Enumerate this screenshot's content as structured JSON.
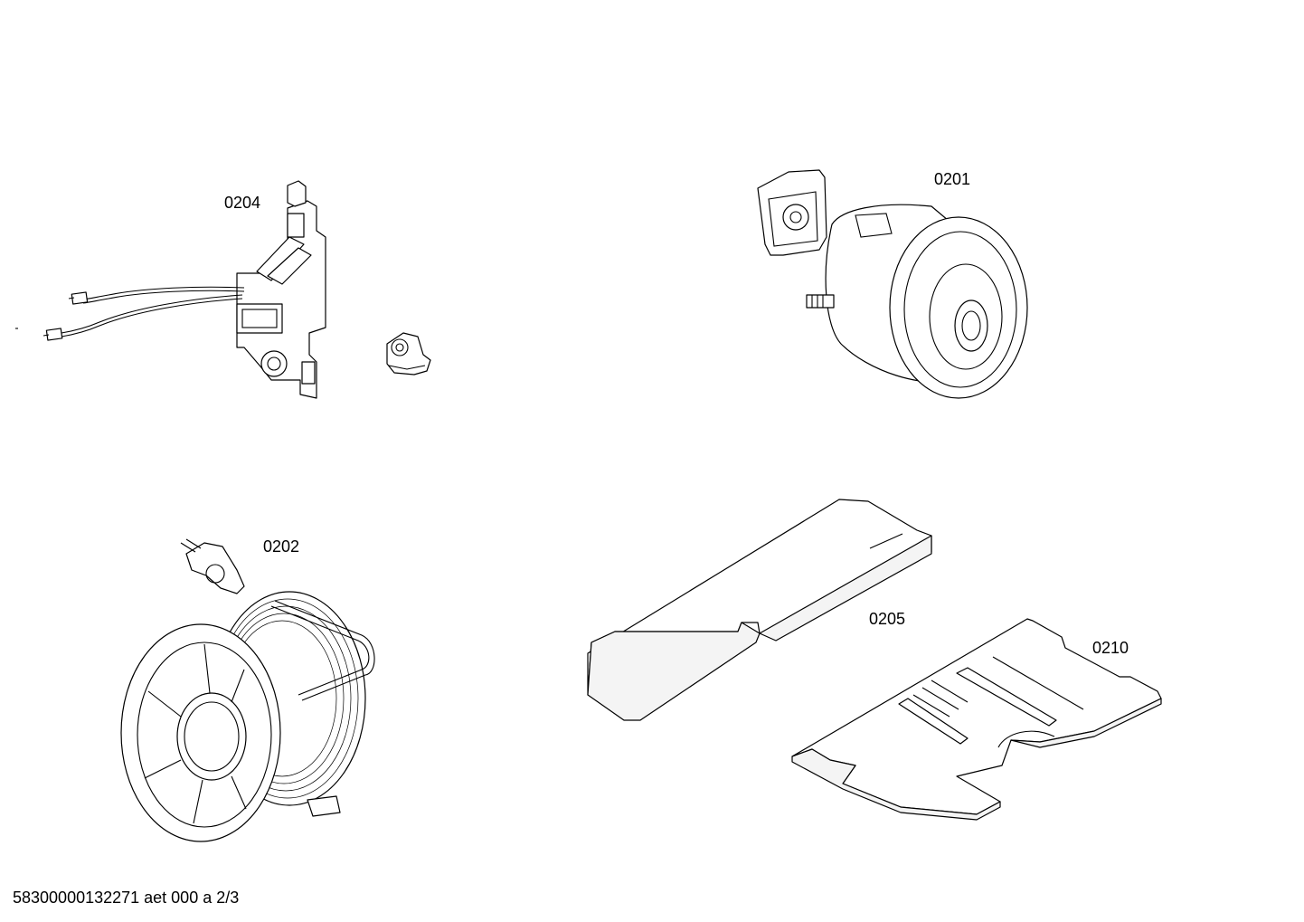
{
  "parts": [
    {
      "id": "part-0201",
      "label": "0201"
    },
    {
      "id": "part-0202",
      "label": "0202"
    },
    {
      "id": "part-0204",
      "label": "0204"
    },
    {
      "id": "part-0205",
      "label": "0205"
    },
    {
      "id": "part-0210",
      "label": "0210"
    }
  ],
  "footer": {
    "code": "58300000132271 aet 000 a 2/3"
  }
}
